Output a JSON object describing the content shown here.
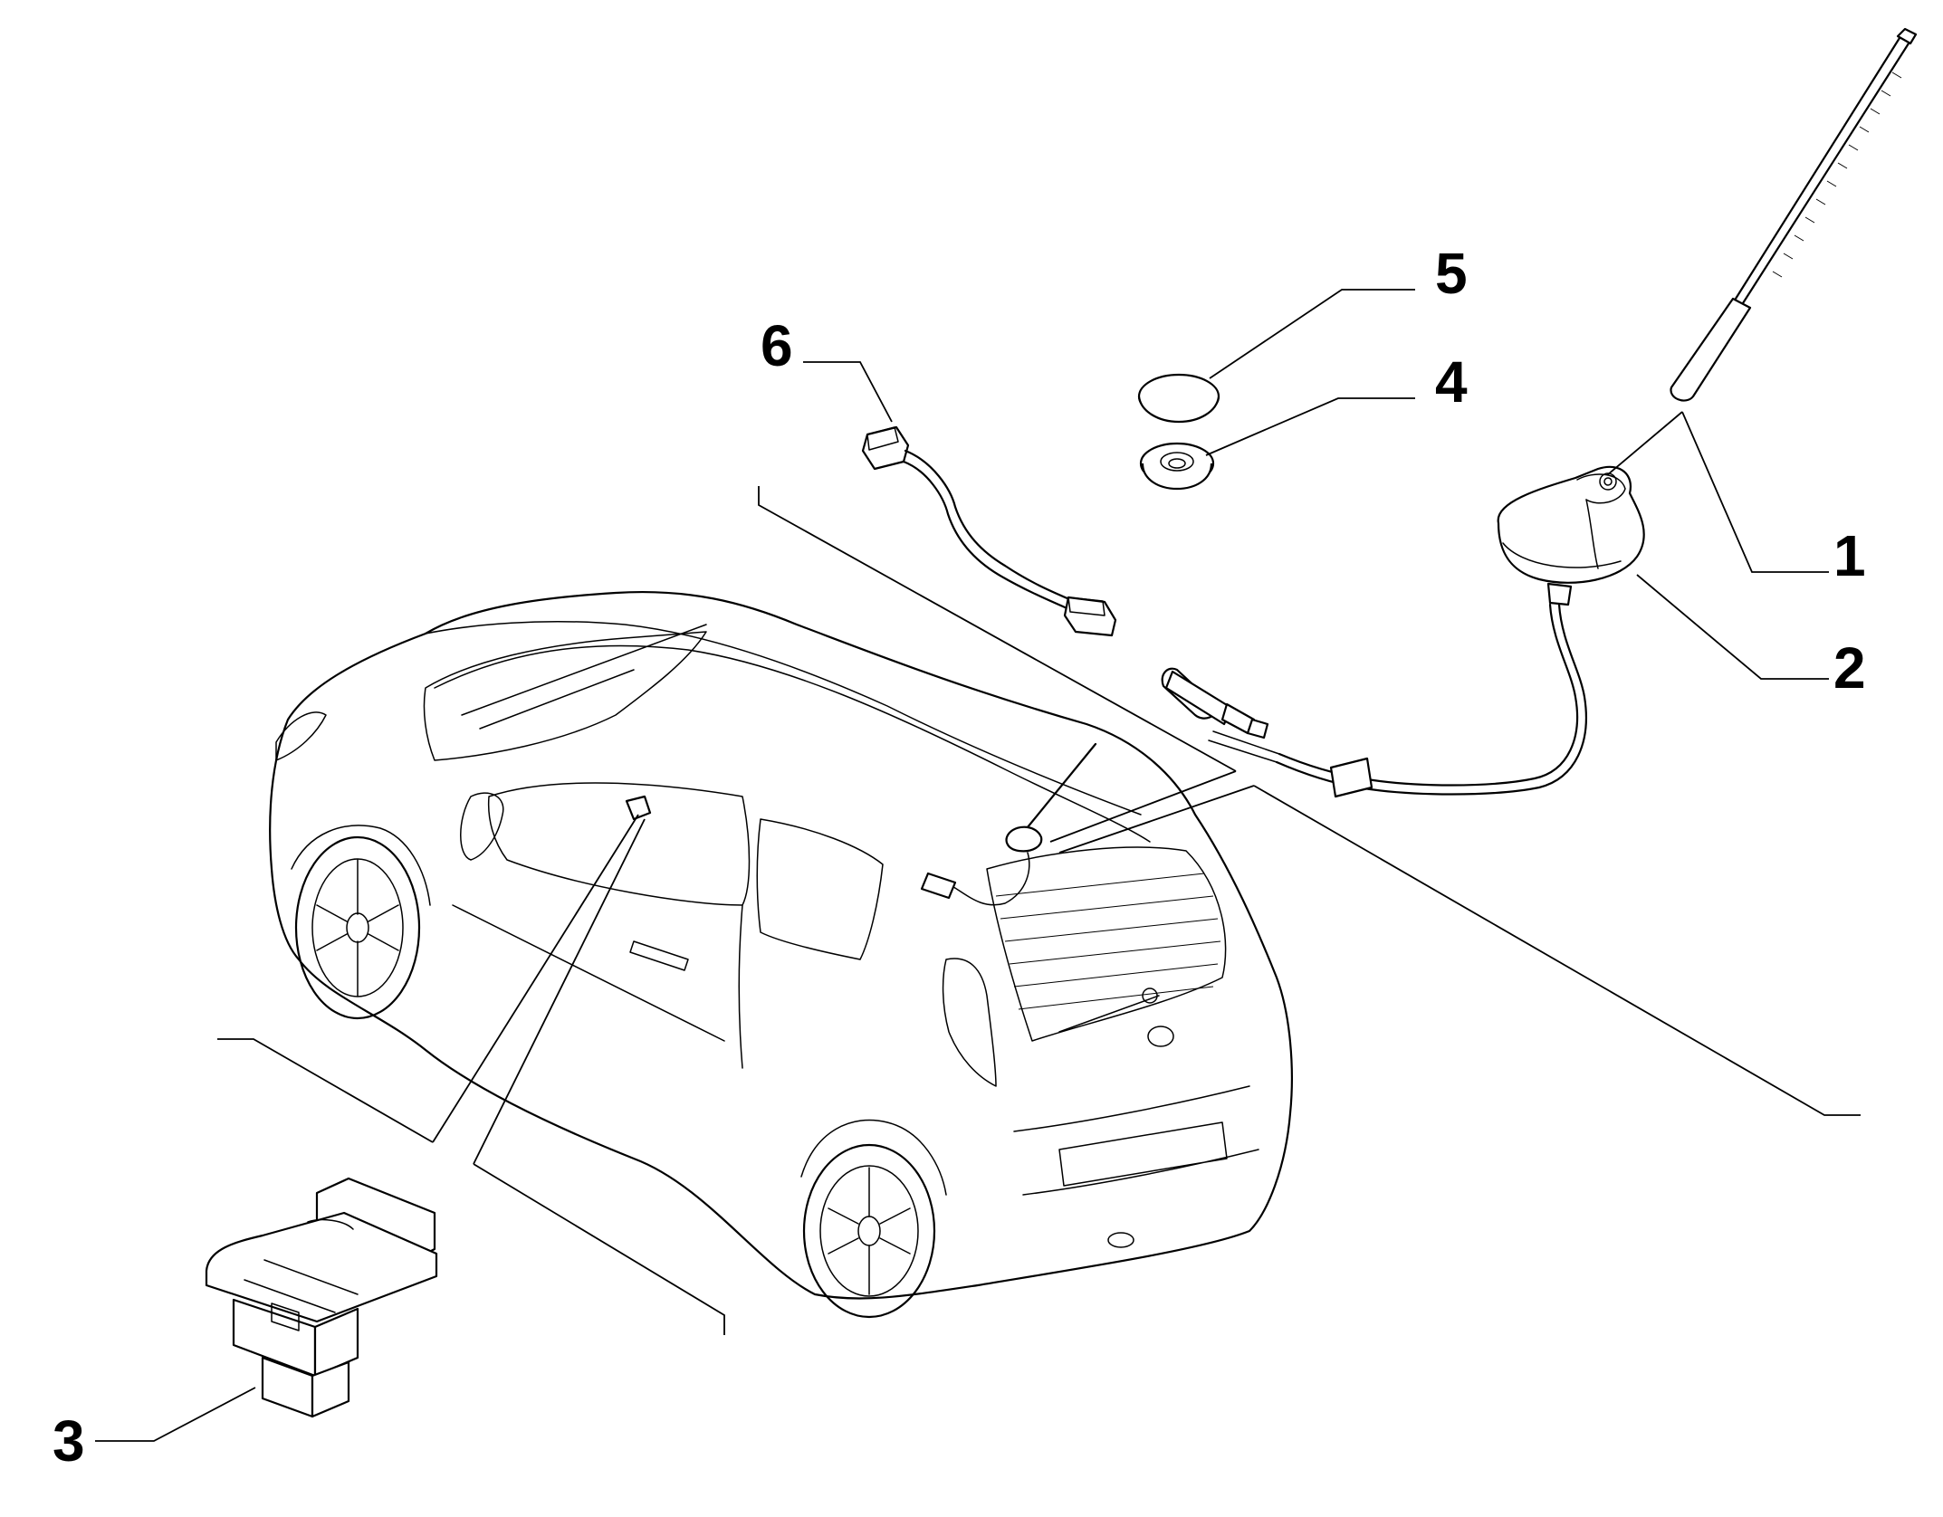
{
  "diagram": {
    "callouts": [
      {
        "id": "callout-1",
        "label": "1",
        "part": "antenna-mast"
      },
      {
        "id": "callout-2",
        "label": "2",
        "part": "antenna-base"
      },
      {
        "id": "callout-3",
        "label": "3",
        "part": "usb-socket"
      },
      {
        "id": "callout-4",
        "label": "4",
        "part": "seal-grommet"
      },
      {
        "id": "callout-5",
        "label": "5",
        "part": "cap-cover"
      },
      {
        "id": "callout-6",
        "label": "6",
        "part": "connecting-cable"
      }
    ]
  }
}
